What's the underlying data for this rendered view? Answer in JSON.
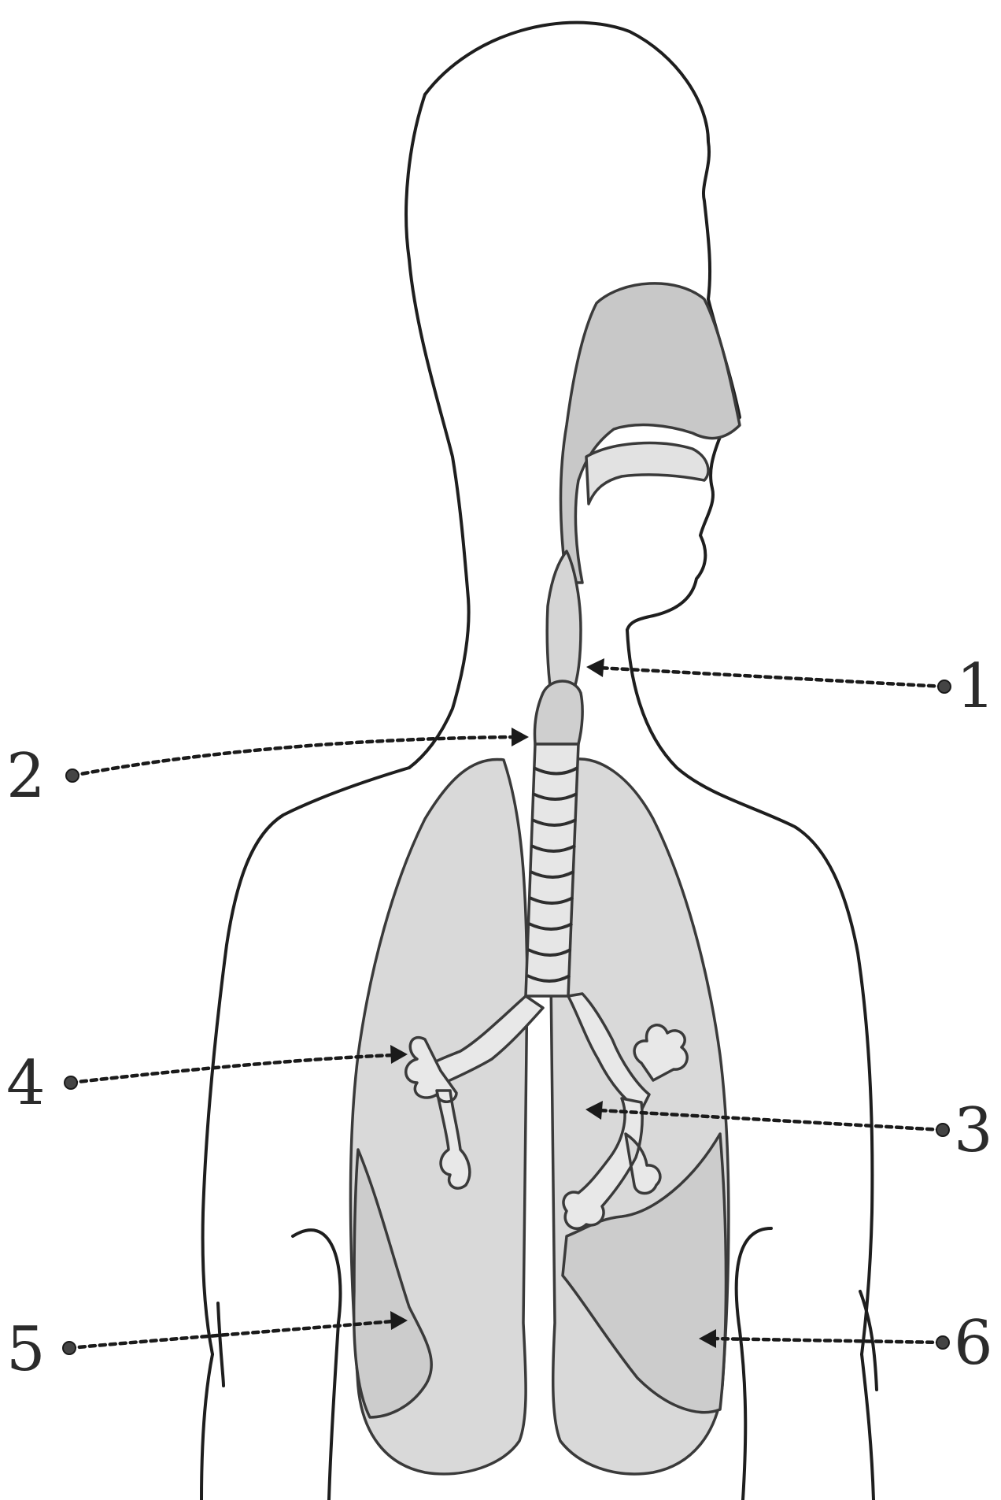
{
  "labels": [
    {
      "id": "1",
      "text": "1"
    },
    {
      "id": "2",
      "text": "2"
    },
    {
      "id": "3",
      "text": "3"
    },
    {
      "id": "4",
      "text": "4"
    },
    {
      "id": "5",
      "text": "5"
    },
    {
      "id": "6",
      "text": "6"
    }
  ],
  "colors": {
    "outline": "#1e1e1e",
    "organ_fill": "#d8d8d8",
    "organ_fill_dark": "#bdbdbd",
    "background": "#ffffff"
  }
}
